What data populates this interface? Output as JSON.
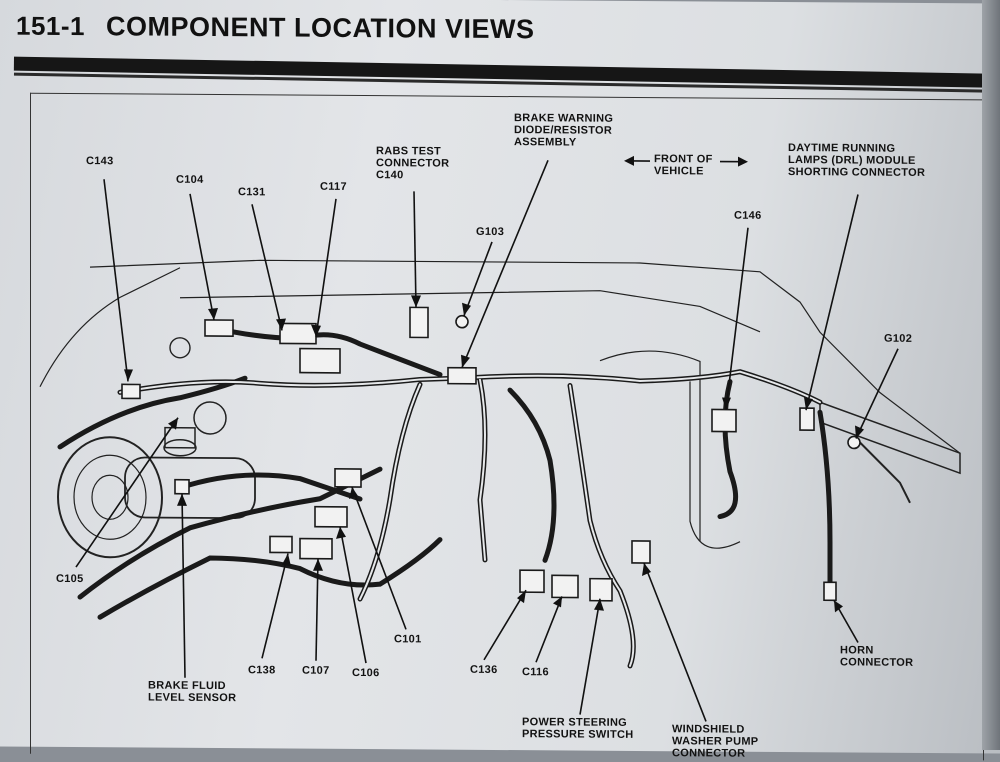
{
  "header": {
    "section_number": "151-1",
    "title": "COMPONENT LOCATION VIEWS"
  },
  "orientation": {
    "label": "FRONT OF\nVEHICLE"
  },
  "callouts": [
    {
      "id": "c143",
      "text": "C143"
    },
    {
      "id": "c104",
      "text": "C104"
    },
    {
      "id": "c131",
      "text": "C131"
    },
    {
      "id": "c117",
      "text": "C117"
    },
    {
      "id": "rabs",
      "text": "RABS TEST\nCONNECTOR\nC140"
    },
    {
      "id": "g103",
      "text": "G103"
    },
    {
      "id": "brake_diode",
      "text": "BRAKE WARNING\nDIODE/RESISTOR\nASSEMBLY"
    },
    {
      "id": "c146",
      "text": "C146"
    },
    {
      "id": "drl",
      "text": "DAYTIME RUNNING\nLAMPS (DRL) MODULE\nSHORTING CONNECTOR"
    },
    {
      "id": "g102",
      "text": "G102"
    },
    {
      "id": "c105",
      "text": "C105"
    },
    {
      "id": "brake_fluid",
      "text": "BRAKE FLUID\nLEVEL SENSOR"
    },
    {
      "id": "c138",
      "text": "C138"
    },
    {
      "id": "c107",
      "text": "C107"
    },
    {
      "id": "c106",
      "text": "C106"
    },
    {
      "id": "c101",
      "text": "C101"
    },
    {
      "id": "c136",
      "text": "C136"
    },
    {
      "id": "c116",
      "text": "C116"
    },
    {
      "id": "ps_switch",
      "text": "POWER STEERING\nPRESSURE SWITCH"
    },
    {
      "id": "washer",
      "text": "WINDSHIELD\nWASHER PUMP\nCONNECTOR"
    },
    {
      "id": "horn",
      "text": "HORN\nCONNECTOR"
    }
  ]
}
